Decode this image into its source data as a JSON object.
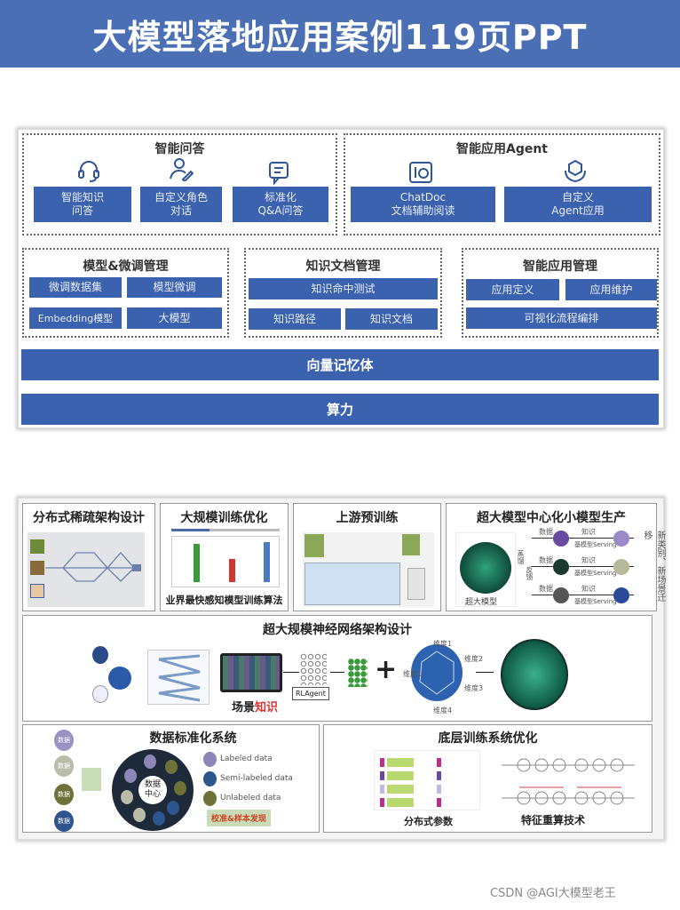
{
  "banner": {
    "title": "大模型落地应用案例119页PPT"
  },
  "top_diagram": {
    "qa": {
      "title": "智能问答",
      "items": [
        {
          "label": "智能知识\n问答",
          "icon": "headset-icon"
        },
        {
          "label": "自定义角色\n对话",
          "icon": "user-edit-icon"
        },
        {
          "label": "标准化\nQ&A问答",
          "icon": "chat-icon"
        }
      ]
    },
    "agent": {
      "title": "智能应用Agent",
      "items": [
        {
          "label": "ChatDoc\n文档辅助阅读",
          "icon": "robot-doc-icon"
        },
        {
          "label": "自定义\nAgent应用",
          "icon": "cube-hand-icon"
        }
      ]
    },
    "model_mgmt": {
      "title": "模型&微调管理",
      "items": [
        "微调数据集",
        "模型微调",
        "Embedding模型",
        "大模型"
      ]
    },
    "doc_mgmt": {
      "title": "知识文档管理",
      "items": [
        "知识命中测试",
        "知识路径",
        "知识文档"
      ]
    },
    "app_mgmt": {
      "title": "智能应用管理",
      "items": [
        "应用定义",
        "应用维护",
        "可视化流程编排"
      ]
    },
    "memory": "向量记忆体",
    "compute": "算力"
  },
  "bottom_diagram": {
    "sparse": {
      "title": "分布式稀疏架构设计"
    },
    "training": {
      "title": "大规模训练优化",
      "caption": "业界最快感知模型训练算法"
    },
    "pretrain": {
      "title": "上游预训练"
    },
    "central": {
      "title": "超大模型中心化小模型生产",
      "big_model": "超大模型",
      "side_text": "新类别、新场景迁移",
      "arrow_labels": [
        "数据",
        "知识",
        "基模型Serving",
        "蒸馏",
        "反馈"
      ]
    },
    "nas": {
      "title": "超大规模神经网络架构设计",
      "scene": "场景",
      "knowledge": "知识",
      "agent": "RLAgent",
      "dims": [
        "维度1",
        "维度2",
        "维度3",
        "维度4"
      ]
    },
    "data_std": {
      "title": "数据标准化系统",
      "source": "数据",
      "center": "数据\n中心",
      "legend": [
        "Labeled data",
        "Semi-labeled data",
        "Unlabeled data"
      ],
      "tag": "校准&样本发现",
      "colors": {
        "labeled": "#8e85b8",
        "semi": "#2d558f",
        "unlabeled": "#6e7238"
      }
    },
    "low_train": {
      "title": "底层训练系统优化",
      "captions": [
        "分布式参数",
        "特征重算技术"
      ]
    }
  },
  "watermark": "CSDN @AGI大模型老王"
}
